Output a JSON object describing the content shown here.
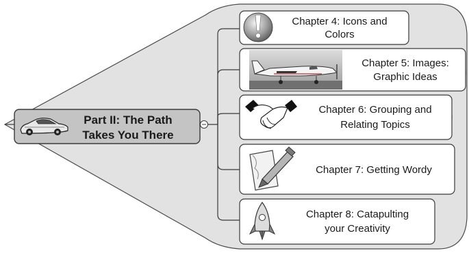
{
  "root": {
    "line1": "Part II: The Path",
    "line2": "Takes You There"
  },
  "topics": [
    {
      "line1": "Chapter 4: Icons and",
      "line2": "Colors",
      "icon": "exclamation-icon"
    },
    {
      "line1": "Chapter 5: Images:",
      "line2": "Graphic Ideas",
      "icon": "airplane-photo"
    },
    {
      "line1": "Chapter 6: Grouping and",
      "line2": "Relating Topics",
      "icon": "handshake-icon"
    },
    {
      "line1": "Chapter 7: Getting Wordy",
      "line2": "",
      "icon": "note-pencil-icon"
    },
    {
      "line1": "Chapter 8: Catapulting",
      "line2": "your Creativity",
      "icon": "rocket-icon"
    }
  ],
  "colors": {
    "boundary_fill": "#e2e2e2",
    "root_fill": "#c4c4c4",
    "topic_fill": "#ffffff",
    "line": "#3a3a3a"
  }
}
